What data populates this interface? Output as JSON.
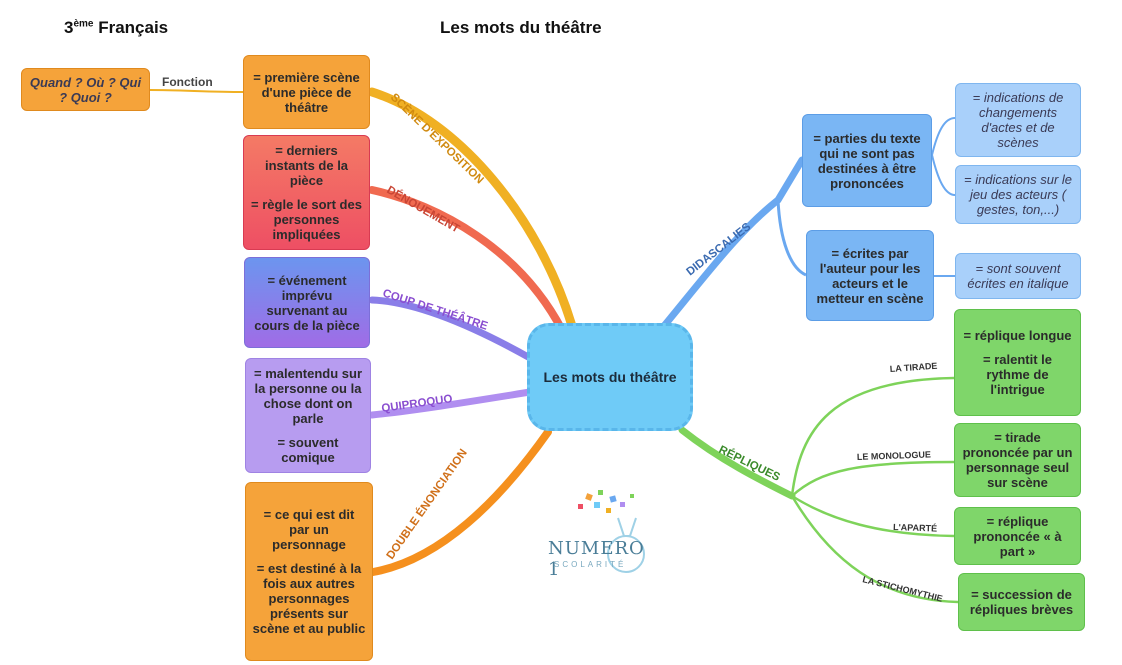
{
  "header": {
    "class_base": "3",
    "class_sup": "ème",
    "class_rest": " Français",
    "title": "Les mots du théâtre"
  },
  "center": "Les mots du théâtre",
  "branches": {
    "exposition": {
      "label": "SCÈNE D'EXPOSITION",
      "color": "#f0b023",
      "box": [
        "= première scène d'une pièce de théâtre"
      ],
      "sub_label": "Fonction",
      "sub_box": "Quand ? Où ? Qui ? Quoi ?"
    },
    "denouement": {
      "label": "DÉNOUEMENT",
      "color": "#f06a50",
      "box": [
        "= derniers instants de la pièce",
        "= règle le sort des personnes impliquées"
      ]
    },
    "coup": {
      "label": "COUP DE THÉÂTRE",
      "color": "#8a7ee8",
      "box": [
        "= événement imprévu survenant au cours de la pièce"
      ]
    },
    "quiproquo": {
      "label": "QUIPROQUO",
      "color": "#b08ef0",
      "box": [
        "= malentendu sur la personne ou la chose dont on parle",
        "= souvent comique"
      ]
    },
    "double": {
      "label": "DOUBLE ÉNONCIATION",
      "color": "#f5901e",
      "box": [
        "= ce qui est dit par un personnage",
        "= est destiné à la fois aux autres personnages présents sur scène et au public"
      ]
    },
    "didascalies": {
      "label": "DIDASCALIES",
      "color": "#6aa8f0",
      "box1": "= parties du texte qui ne sont pas destinées à être prononcées",
      "box1_children": [
        "= indications de changements d'actes et de scènes",
        "= indications sur le jeu des acteurs ( gestes, ton,...)"
      ],
      "box2": "= écrites par l'auteur pour les acteurs et le metteur en scène",
      "box2_child": "= sont souvent écrites en italique"
    },
    "repliques": {
      "label": "RÉPLIQUES",
      "color": "#7ed35a",
      "items": [
        {
          "label": "LA TIRADE",
          "box": [
            "= réplique longue",
            "= ralentit le rythme de l'intrigue"
          ]
        },
        {
          "label": "LE MONOLOGUE",
          "box": [
            "= tirade prononcée par un personnage seul sur scène"
          ]
        },
        {
          "label": "L'APARTÉ",
          "box": [
            "= réplique prononcée « à part »"
          ]
        },
        {
          "label": "LA STICHOMYTHIE",
          "box": [
            "= succession de répliques brèves"
          ]
        }
      ]
    }
  },
  "logo": {
    "name": "NUMERO 1",
    "sub": "SCOLARITÉ",
    "icon": "lightbulb-logo-icon"
  }
}
